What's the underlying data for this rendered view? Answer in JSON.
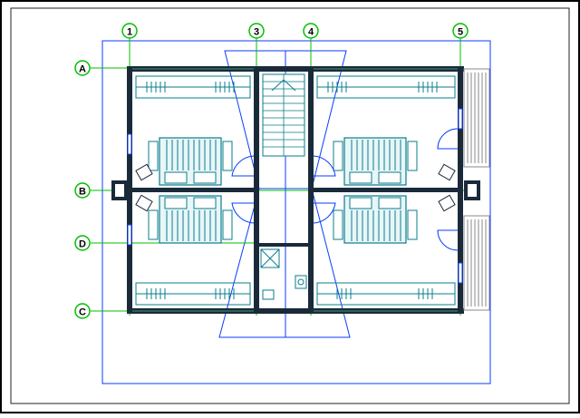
{
  "axes": {
    "columns": [
      "1",
      "3",
      "4",
      "5"
    ],
    "rows": [
      "A",
      "B",
      "C",
      "D"
    ]
  },
  "colors": {
    "grid_green": "#00c000",
    "grid_bubble_fill": "#ffffff",
    "plan_blue": "#0a3cff",
    "furniture_teal": "#0a7c8c",
    "wall_dark": "#1a2a3a",
    "window_gray": "#8a8a8a",
    "paper": "#ffffff",
    "border": "#000000"
  },
  "icons": {
    "stair": "staircase-icon",
    "bed": "double-bed-icon",
    "toilet": "toilet-icon",
    "shower": "shower-icon",
    "wardrobe": "wardrobe-icon",
    "chair": "armchair-icon",
    "door": "door-swing-icon"
  }
}
